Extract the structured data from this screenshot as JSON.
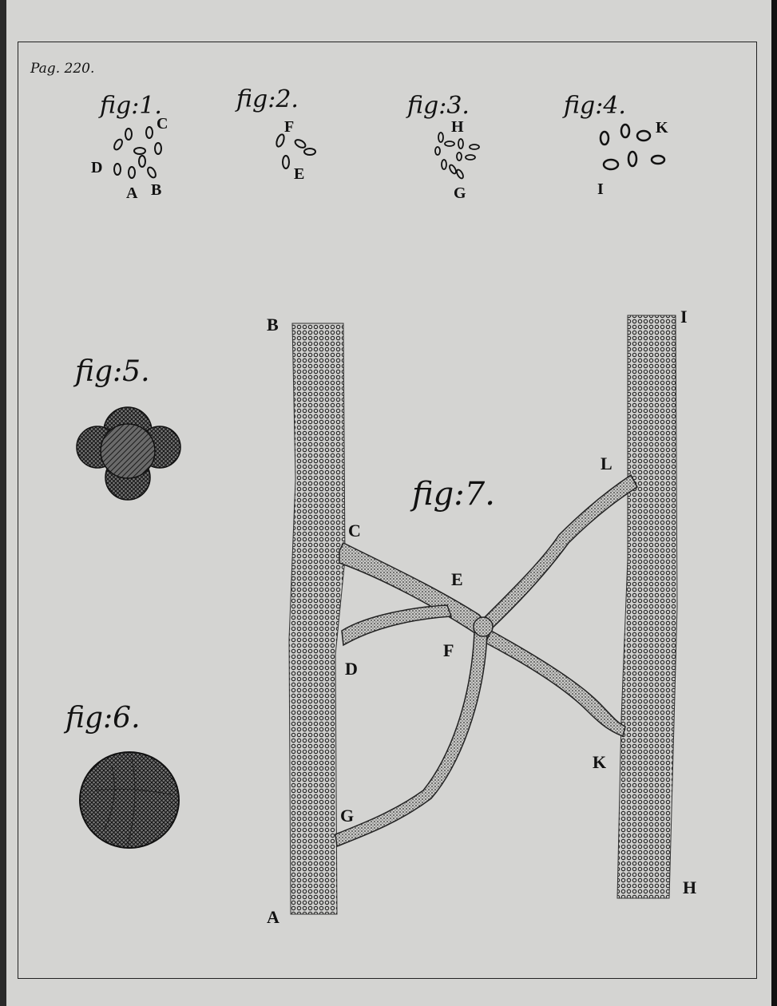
{
  "page_label": "Pag. 220.",
  "figures": {
    "fig1": {
      "caption": "fig:1.",
      "labels": [
        "C",
        "D",
        "A",
        "B"
      ]
    },
    "fig2": {
      "caption": "fig:2.",
      "labels": [
        "F",
        "E"
      ]
    },
    "fig3": {
      "caption": "fig:3.",
      "labels": [
        "H",
        "G"
      ]
    },
    "fig4": {
      "caption": "fig:4.",
      "labels": [
        "K",
        "I"
      ]
    },
    "fig5": {
      "caption": "fig:5."
    },
    "fig6": {
      "caption": "fig:6."
    },
    "fig7": {
      "caption": "fig:7.",
      "labels": [
        "B",
        "I",
        "L",
        "C",
        "E",
        "F",
        "D",
        "K",
        "G",
        "A",
        "H"
      ]
    }
  }
}
